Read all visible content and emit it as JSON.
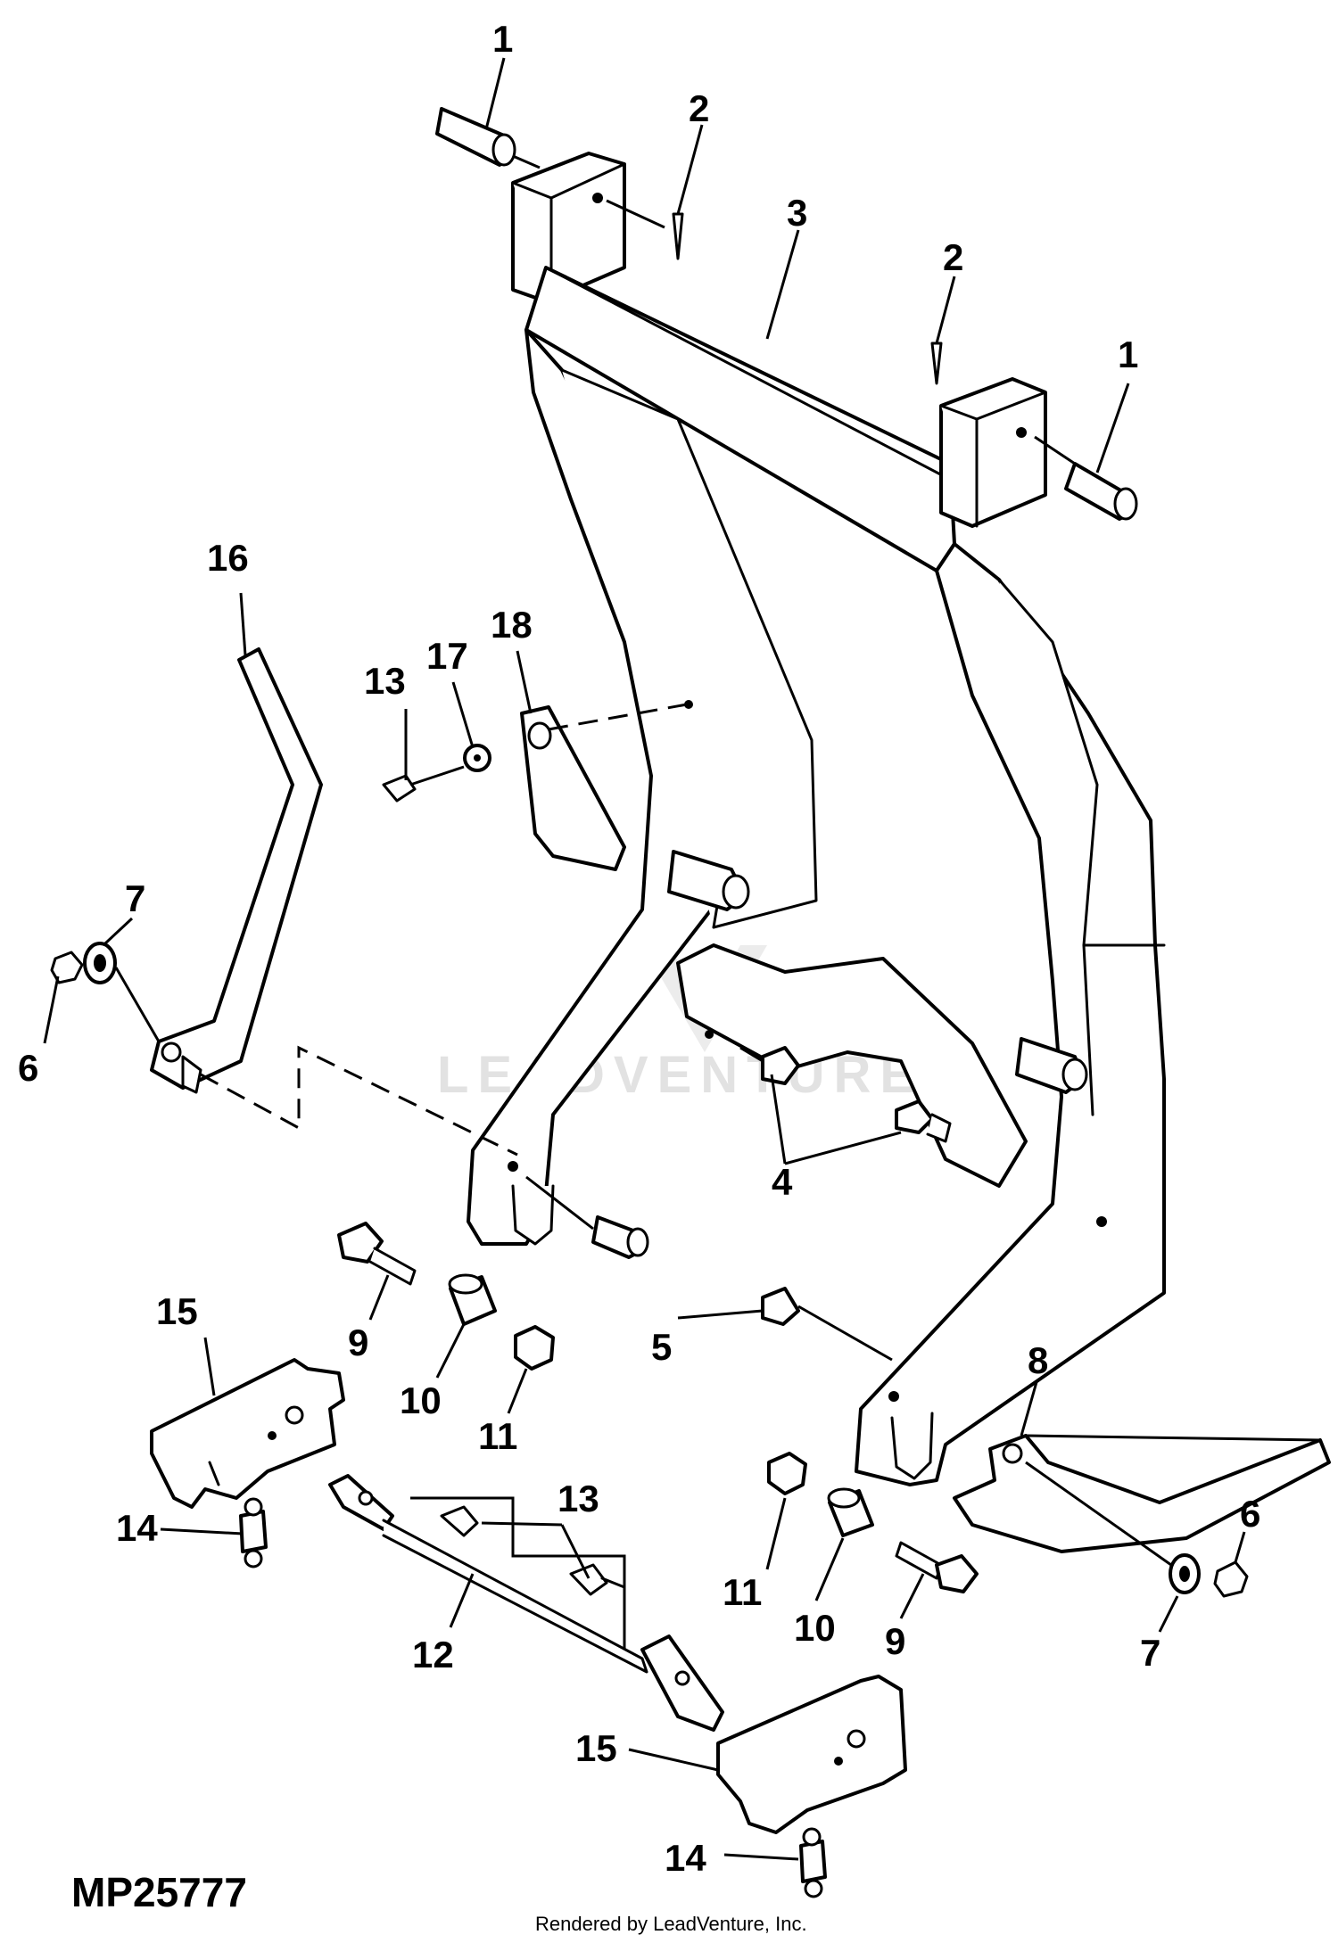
{
  "figure_id": "MP25777",
  "credit": "Rendered by LeadVenture, Inc.",
  "watermark": "LEADVENTURE",
  "callouts": [
    "1",
    "2",
    "3",
    "2",
    "1",
    "16",
    "13",
    "17",
    "18",
    "7",
    "6",
    "4",
    "9",
    "10",
    "11",
    "5",
    "15",
    "8",
    "14",
    "13",
    "12",
    "11",
    "10",
    "9",
    "6",
    "7",
    "15",
    "14"
  ]
}
